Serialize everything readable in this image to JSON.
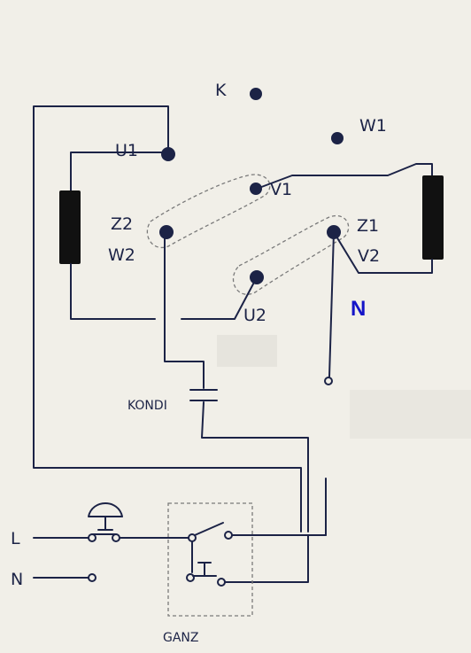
{
  "labels": {
    "k": "K",
    "w1": "W1",
    "u1": "U1",
    "v1": "V1",
    "z2": "Z2",
    "w2": "W2",
    "z1": "Z1",
    "v2": "V2",
    "u2": "U2",
    "n_blue": "N",
    "kondi": "KONDI",
    "line_l": "L",
    "line_n": "N",
    "ganz": "GANZ"
  },
  "colors": {
    "paper": "#f1efe8",
    "ink": "#1c2346",
    "accent_n": "#1414c8"
  }
}
